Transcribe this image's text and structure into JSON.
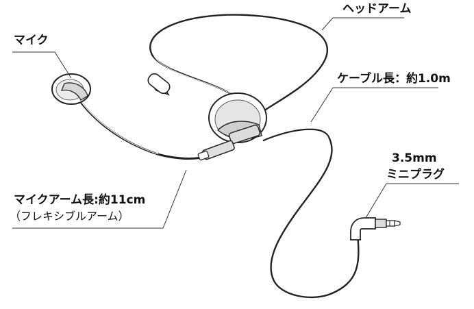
{
  "labels": {
    "mic": "マイク",
    "headarm": "ヘッドアーム",
    "cable": "ケーブル長：約1.0m",
    "plug_size": "3.5mm",
    "plug_type": "ミニプラグ",
    "micarm_len": "マイクアーム長:約11cm",
    "micarm_note": "（フレキシブルアーム）"
  }
}
